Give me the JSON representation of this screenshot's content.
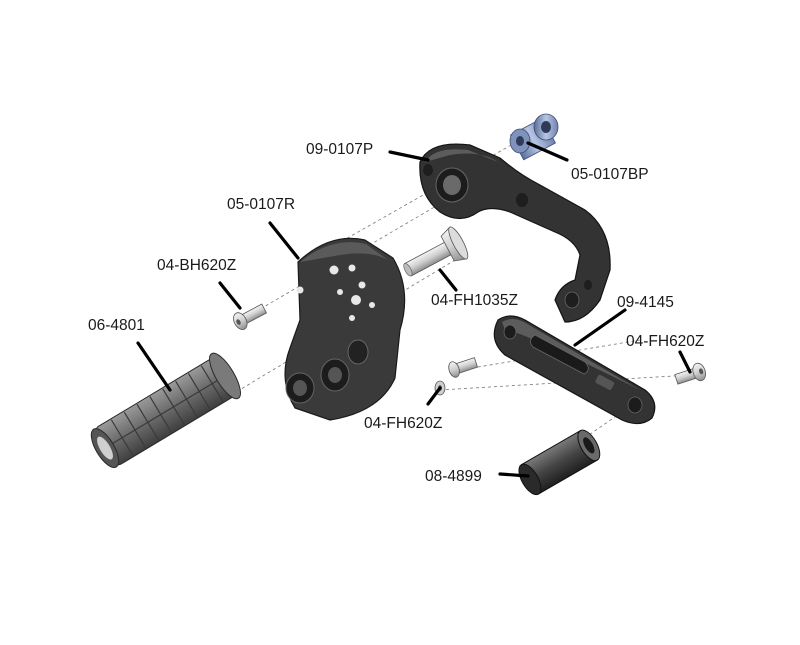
{
  "callouts": {
    "p1": "09-0107P",
    "p2": "05-0107BP",
    "p3": "05-0107R",
    "p4": "04-BH620Z",
    "p5": "04-FH1035Z",
    "p6": "06-4801",
    "p7": "09-4145",
    "p8": "04-FH620Z",
    "p9": "04-FH620Z",
    "p10": "08-4899"
  },
  "colors": {
    "part_dark": "#2e2e2e",
    "part_mid": "#4a4a4a",
    "grip": "#6a6a6a",
    "metal": "#d9d9d9",
    "anodized_blue": "#8aa0c8"
  }
}
